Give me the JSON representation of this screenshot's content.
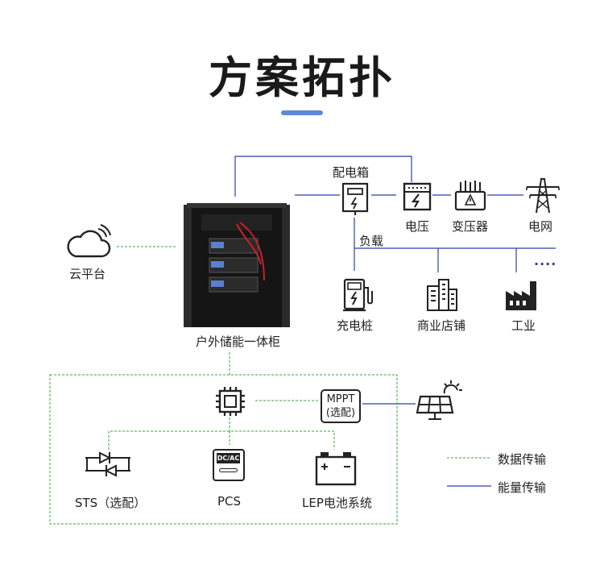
{
  "title": "方案拓扑",
  "colors": {
    "accent": "#5b8bd6",
    "energy_line": "#2e3fa8",
    "data_line": "#2fae2f"
  },
  "nodes": {
    "distribution_box": "配电箱",
    "voltage": "电压",
    "transformer": "变压器",
    "grid": "电网",
    "load": "负载",
    "charging_pile": "充电桩",
    "commercial_store": "商业店铺",
    "industry": "工业",
    "cloud_platform": "云平台",
    "cabinet": "户外储能一体柜",
    "mppt_line1": "MPPT",
    "mppt_line2": "(选配)",
    "sts": "STS（选配）",
    "pcs": "PCS",
    "pcs_badge": "DC/AC",
    "battery": "LEP电池系统",
    "ellipsis": "····"
  },
  "legend": {
    "data": "数据传输",
    "energy": "能量传输"
  },
  "icons": [
    "cloud-icon",
    "distribution-box-icon",
    "voltage-meter-icon",
    "transformer-icon",
    "power-tower-icon",
    "charging-pile-icon",
    "commercial-building-icon",
    "factory-icon",
    "storage-cabinet-image",
    "chip-icon",
    "solar-panel-icon",
    "sts-icon",
    "pcs-icon",
    "battery-icon"
  ]
}
